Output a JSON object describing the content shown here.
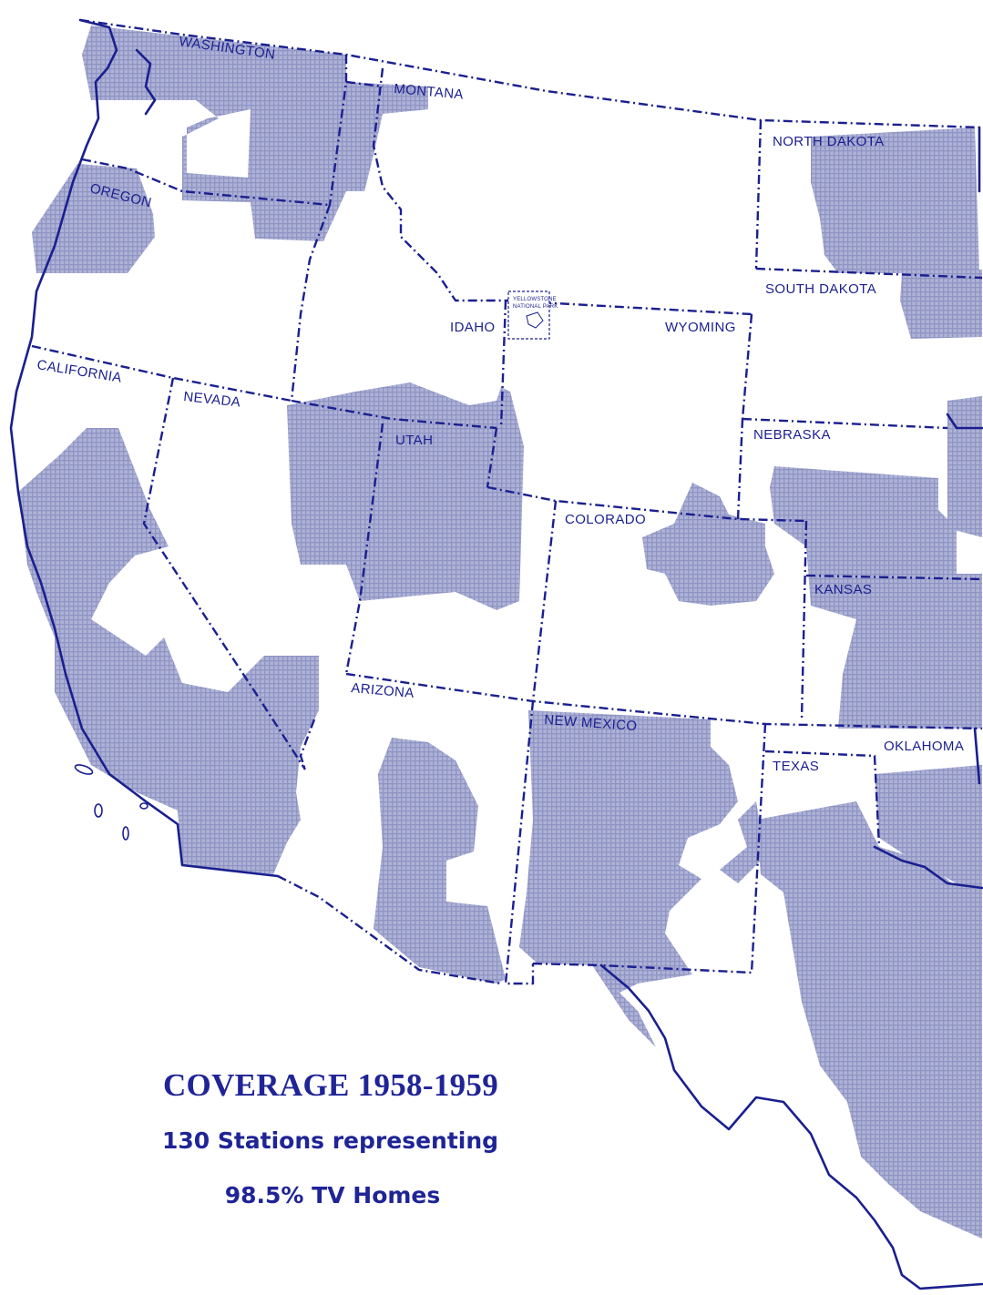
{
  "map": {
    "states": [
      {
        "id": "washington",
        "label": "WASHINGTON"
      },
      {
        "id": "montana",
        "label": "MONTANA"
      },
      {
        "id": "north-dakota",
        "label": "NORTH DAKOTA"
      },
      {
        "id": "oregon",
        "label": "OREGON"
      },
      {
        "id": "south-dakota",
        "label": "SOUTH DAKOTA"
      },
      {
        "id": "idaho",
        "label": "IDAHO"
      },
      {
        "id": "wyoming",
        "label": "WYOMING"
      },
      {
        "id": "california",
        "label": "CALIFORNIA"
      },
      {
        "id": "nevada",
        "label": "NEVADA"
      },
      {
        "id": "utah",
        "label": "UTAH"
      },
      {
        "id": "nebraska",
        "label": "NEBRASKA"
      },
      {
        "id": "colorado",
        "label": "COLORADO"
      },
      {
        "id": "kansas",
        "label": "KANSAS"
      },
      {
        "id": "arizona",
        "label": "ARIZONA"
      },
      {
        "id": "new-mexico",
        "label": "NEW MEXICO"
      },
      {
        "id": "oklahoma",
        "label": "OKLAHOMA"
      },
      {
        "id": "texas",
        "label": "TEXAS"
      }
    ],
    "park": {
      "line1": "YELLOWSTONE",
      "line2": "NATIONAL PARK"
    },
    "colors": {
      "ink": "#1a1f8f",
      "coverage": "#9fa4cc",
      "background": "#ffffff"
    }
  },
  "caption": {
    "title": "COVERAGE 1958-1959",
    "line1": "130 Stations representing",
    "line2": "98.5% TV Homes"
  }
}
